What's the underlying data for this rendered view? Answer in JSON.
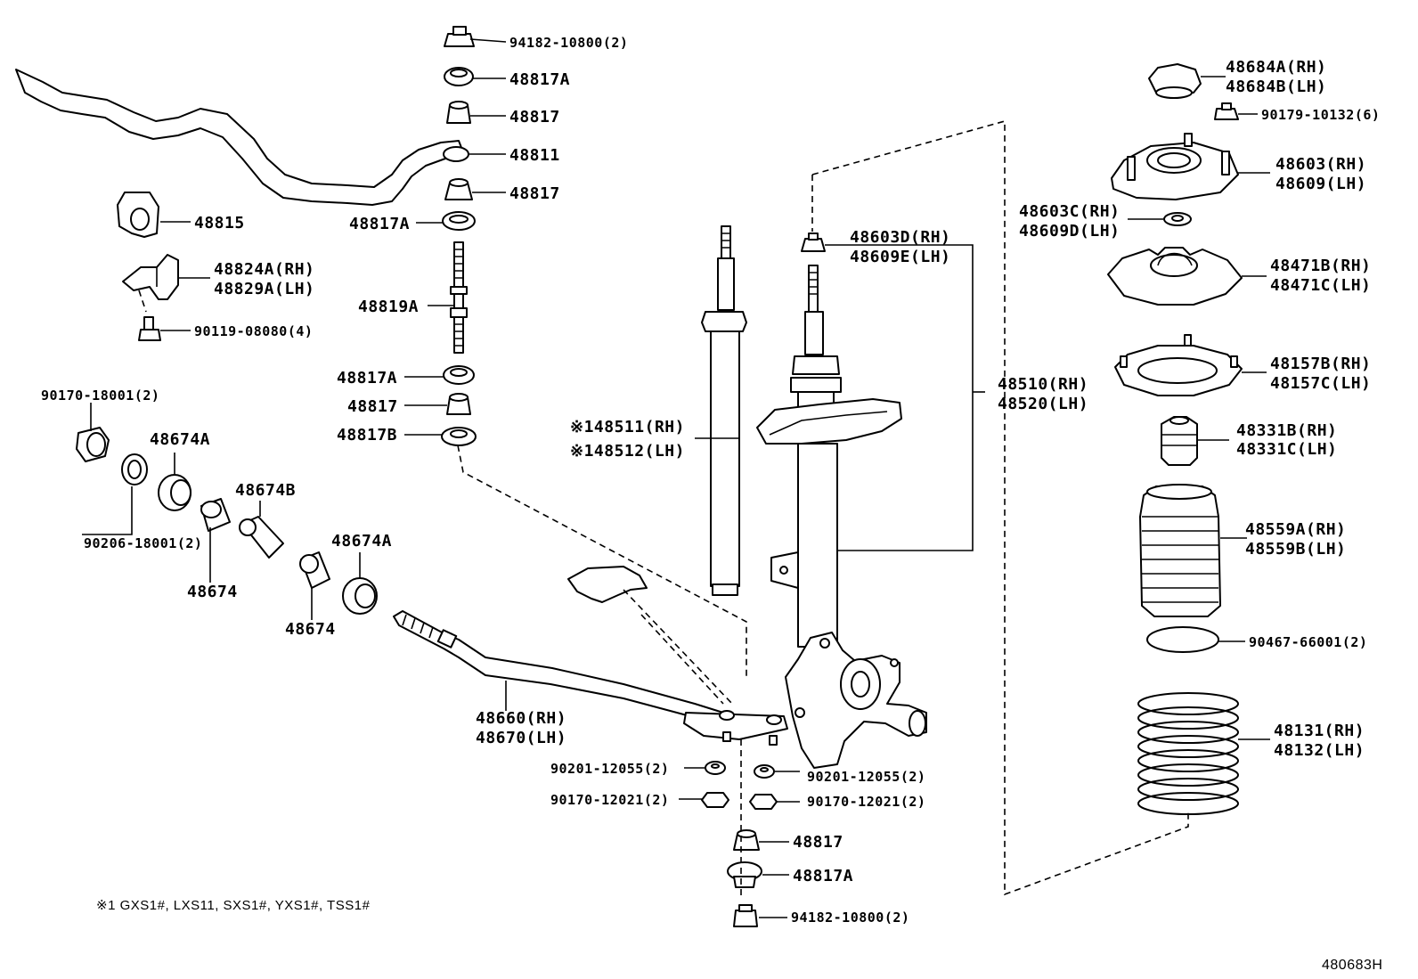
{
  "labels": {
    "b94182_top": "94182-10800(2)",
    "b48817A_1": "48817A",
    "b48817_1": "48817",
    "b48811": "48811",
    "b48817_2": "48817",
    "b48817A_2": "48817A",
    "b48815": "48815",
    "b48824A": "48824A(RH)",
    "b48829A": "48829A(LH)",
    "b48819A": "48819A",
    "b90119": "90119-08080(4)",
    "b48817A_3": "48817A",
    "b48817_3": "48817",
    "b48817B": "48817B",
    "b90170_18001": "90170-18001(2)",
    "b48674A_1": "48674A",
    "b48674B": "48674B",
    "b90206": "90206-18001(2)",
    "b48674A_2": "48674A",
    "b48674_1": "48674",
    "b48674_2": "48674",
    "b48511": "※148511(RH)",
    "b48512": "※148512(LH)",
    "b48603D": "48603D(RH)",
    "b48609E": "48609E(LH)",
    "b48510": "48510(RH)",
    "b48520": "48520(LH)",
    "b48660": "48660(RH)",
    "b48670": "48670(LH)",
    "b90201_L": "90201-12055(2)",
    "b90170_L": "90170-12021(2)",
    "b90201_R": "90201-12055(2)",
    "b90170_R": "90170-12021(2)",
    "b48817_4": "48817",
    "b48817A_4": "48817A",
    "b94182_bot": "94182-10800(2)",
    "b48684A": "48684A(RH)",
    "b48684B": "48684B(LH)",
    "b90179": "90179-10132(6)",
    "b48603": "48603(RH)",
    "b48609": "48609(LH)",
    "b48603C": "48603C(RH)",
    "b48609D": "48609D(LH)",
    "b48471B": "48471B(RH)",
    "b48471C": "48471C(LH)",
    "b48157B": "48157B(RH)",
    "b48157C": "48157C(LH)",
    "b48331B": "48331B(RH)",
    "b48331C": "48331C(LH)",
    "b48559A": "48559A(RH)",
    "b48559B": "48559B(LH)",
    "b90467": "90467-66001(2)",
    "b48131": "48131(RH)",
    "b48132": "48132(LH)"
  },
  "footnote": "※1 GXS1#, LXS11, SXS1#, YXS1#, TSS1#",
  "diagram_ref": "480683H"
}
